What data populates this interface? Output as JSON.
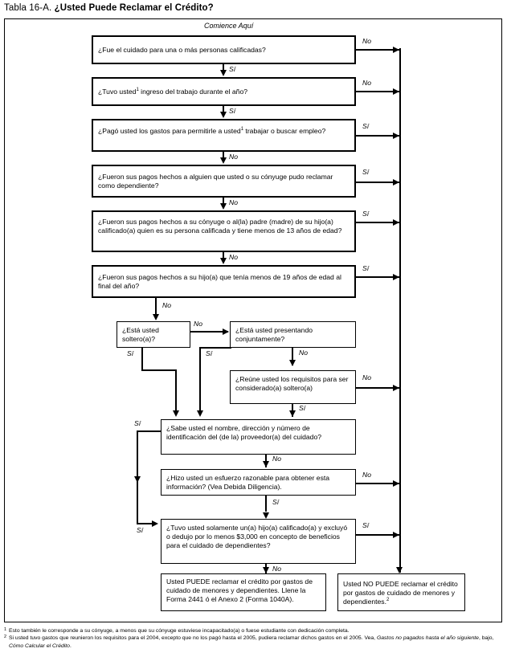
{
  "title": {
    "prefix": "Tabla 16-A. ",
    "main": "¿Usted Puede Reclamar el Crédito?"
  },
  "start_label": "Comience Aquí",
  "labels": {
    "si": "Sí",
    "no": "No"
  },
  "boxes": {
    "q1": "¿Fue el cuidado para una o más personas calificadas?",
    "q2_a": "¿Tuvo usted",
    "q2_b": " ingreso del trabajo durante el año?",
    "q2_sup": "1",
    "q3_a": "¿Pagó usted los gastos para permitirle a usted",
    "q3_b": " trabajar o buscar empleo?",
    "q3_sup": "1",
    "q4": "¿Fueron sus pagos hechos a alguien que usted o su cónyuge pudo reclamar como dependiente?",
    "q5": "¿Fueron sus pagos hechos a su cónyuge o al(la) padre (madre) de su hijo(a) calificado(a) quien es su persona calificada y tiene menos de 13 años de edad?",
    "q6": "¿Fueron sus pagos hechos a su hijo(a) que tenía menos de 19 años de edad al final del año?",
    "q7": "¿Está usted soltero(a)?",
    "q8": "¿Está usted presentando conjuntamente?",
    "q9": "¿Reúne usted los requisitos para ser considerado(a) soltero(a)",
    "q10": "¿Sabe usted el nombre, dirección y número de identificación del (de la) proveedor(a) del cuidado?",
    "q11": "¿Hizo usted un esfuerzo razonable para obtener esta información? (Vea Debida Diligencia).",
    "q12": "¿Tuvo usted solamente un(a) hijo(a) calificado(a) y excluyó o dedujo por lo menos $3,000 en concepto de beneficios para el cuidado de dependientes?",
    "result_yes": "Usted PUEDE reclamar el crédito por gastos de cuidado de menores y dependientes. Llene la Forma 2441 ó el Anexo 2 (Forma 1040A).",
    "result_no_a": "Usted NO PUEDE reclamar el crédito por gastos de cuidado de menores y dependientes.",
    "result_no_sup": "2"
  },
  "edge_labels": {
    "q1_no": "No",
    "q1_si": "Sí",
    "q2_no": "No",
    "q2_si": "Sí",
    "q3_si": "Sí",
    "q3_no": "No",
    "q4_si": "Sí",
    "q4_no": "No",
    "q5_si": "Sí",
    "q5_no": "No",
    "q6_si": "Sí",
    "q6_no": "No",
    "q7_no": "No",
    "q7_si": "Sí",
    "q8_si": "Sí",
    "q8_no": "No",
    "q9_no": "No",
    "q9_si": "Sí",
    "q10_si": "Sí",
    "q10_no": "No",
    "q11_no": "No",
    "q11_si": "Sí",
    "q12_si": "Sí",
    "q12_no": "No"
  },
  "footnotes": {
    "one_mark": "1",
    "one_text": "Esto también le corresponde a su cónyuge, a menos que su cónyuge estuviese incapacitado(a) o fuese estudiante con dedicación completa.",
    "two_mark": "2",
    "two_a": "Si usted tuvo gastos que reunieron los requisitos para el 2004, excepto que no los pagó hasta el 2005, pudiera reclamar dichos gastos en el 2005. Vea, ",
    "two_italic1": "Gastos no pagados hasta el año siguiente",
    "two_b": ", bajo, ",
    "two_italic2": "Cómo Calcular el Crédito",
    "two_c": "."
  },
  "colors": {
    "ink": "#000000",
    "paper": "#ffffff"
  }
}
